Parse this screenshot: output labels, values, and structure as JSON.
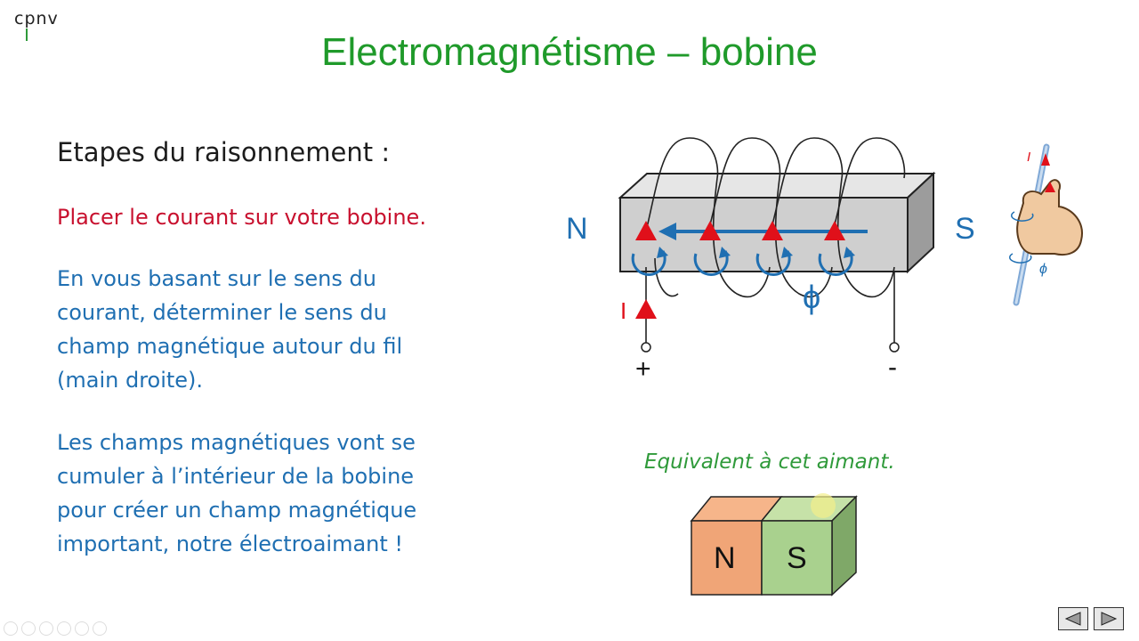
{
  "logo": {
    "text": "cpnv"
  },
  "title": "Electromagnétisme – bobine",
  "content": {
    "heading": "Etapes du raisonnement :",
    "step1": "Placer le courant sur votre bobine.",
    "step2_lines": [
      "En vous basant sur le sens du",
      "courant, déterminer le sens du",
      "champ magnétique autour du fil",
      "(main droite)."
    ],
    "step3_lines": [
      "Les champs magnétiques vont se",
      "cumuler à l’intérieur de la bobine",
      "pour créer un champ magnétique",
      "important, notre électroaimant !"
    ]
  },
  "coil": {
    "north_label": "N",
    "south_label": "S",
    "current_label": "I",
    "flux_label": "ϕ",
    "plus_label": "+",
    "minus_label": "-"
  },
  "hand": {
    "current_label": "I",
    "flux_label": "ϕ"
  },
  "magnet": {
    "caption": "Equivalent à cet aimant.",
    "north_label": "N",
    "south_label": "S"
  },
  "colors": {
    "title": "#1f9a2a",
    "red": "#c8102e",
    "blue": "#1f6fb2",
    "green": "#2f9a3a"
  },
  "nav": {
    "prev_icon": "triangle-left-icon",
    "next_icon": "triangle-right-icon"
  }
}
